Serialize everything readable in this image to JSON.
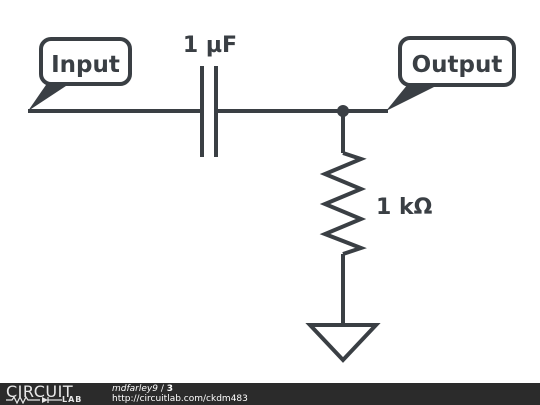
{
  "schematic": {
    "input_label": "Input",
    "output_label": "Output",
    "capacitor_value": "1 µF",
    "resistor_value": "1 kΩ"
  },
  "footer": {
    "logo_word": "CIRCUIT",
    "logo_sub": "LAB",
    "author": "mdfarley9",
    "separator": " / ",
    "revision": "3",
    "url": "http://circuitlab.com/ckdm483"
  },
  "colors": {
    "wire": "#3a3f44",
    "footer_bg": "#2b2b2b"
  }
}
